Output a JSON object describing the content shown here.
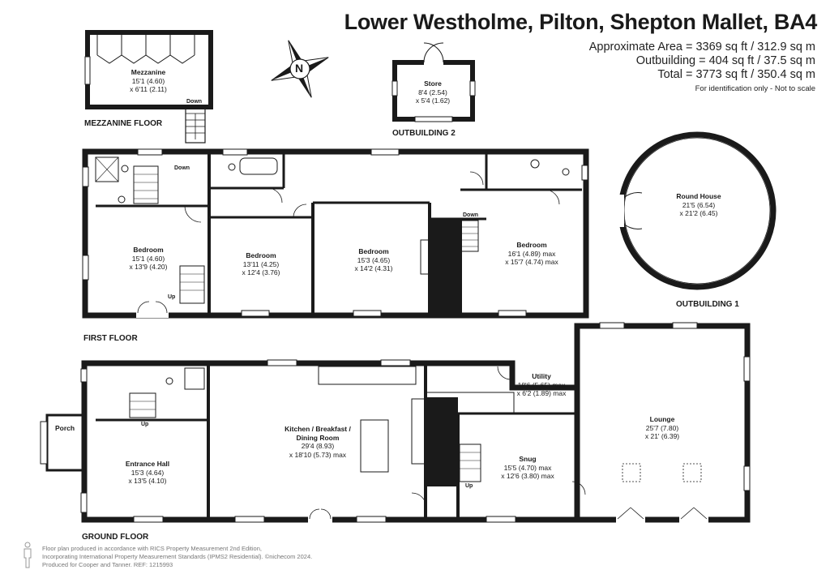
{
  "title": "Lower Westholme, Pilton, Shepton Mallet, BA4",
  "areas": {
    "approx": "Approximate Area = 3369 sq ft / 312.9 sq m",
    "outbuilding": "Outbuilding = 404 sq ft / 37.5 sq m",
    "total": "Total = 3773 sq ft / 350.4 sq m"
  },
  "identification": "For identification only - Not to scale",
  "floor_labels": {
    "mezzanine": "MEZZANINE FLOOR",
    "outbuilding2": "OUTBUILDING 2",
    "first": "FIRST FLOOR",
    "outbuilding1": "OUTBUILDING 1",
    "ground": "GROUND FLOOR"
  },
  "compass": {
    "letter": "N"
  },
  "rooms": {
    "mezzanine": {
      "name": "Mezzanine",
      "dim1": "15'1 (4.60)",
      "dim2": "x 6'11 (2.11)"
    },
    "store": {
      "name": "Store",
      "dim1": "8'4 (2.54)",
      "dim2": "x 5'4 (1.62)"
    },
    "round_house": {
      "name": "Round House",
      "dim1": "21'5 (6.54)",
      "dim2": "x 21'2 (6.45)"
    },
    "bedroom1": {
      "name": "Bedroom",
      "dim1": "15'1 (4.60)",
      "dim2": "x 13'9 (4.20)"
    },
    "bedroom2": {
      "name": "Bedroom",
      "dim1": "13'11 (4.25)",
      "dim2": "x 12'4 (3.76)"
    },
    "bedroom3": {
      "name": "Bedroom",
      "dim1": "15'3 (4.65)",
      "dim2": "x 14'2 (4.31)"
    },
    "bedroom4": {
      "name": "Bedroom",
      "dim1": "16'1 (4.89) max",
      "dim2": "x 15'7 (4.74) max"
    },
    "utility": {
      "name": "Utility",
      "dim1": "18'6 (5.65) max",
      "dim2": "x 6'2 (1.89) max"
    },
    "lounge": {
      "name": "Lounge",
      "dim1": "25'7 (7.80)",
      "dim2": "x 21' (6.39)"
    },
    "kitchen": {
      "name": "Kitchen / Breakfast /",
      "name2": "Dining Room",
      "dim1": "29'4 (8.93)",
      "dim2": "x 18'10 (5.73) max"
    },
    "snug": {
      "name": "Snug",
      "dim1": "15'5 (4.70) max",
      "dim2": "x 12'6 (3.80) max"
    },
    "entrance_hall": {
      "name": "Entrance Hall",
      "dim1": "15'3 (4.64)",
      "dim2": "x 13'5 (4.10)"
    },
    "porch": {
      "name": "Porch"
    }
  },
  "stair_labels": {
    "mezz_down": "Down",
    "first_down_left": "Down",
    "first_up": "Up",
    "first_down_right": "Down",
    "ground_up_hall": "Up",
    "ground_up_snug": "Up"
  },
  "footer": {
    "line1": "Floor plan produced in accordance with RICS Property Measurement 2nd Edition,",
    "line2": "Incorporating International Property Measurement Standards (IPMS2 Residential).  ©nichecom 2024.",
    "line3": "Produced for Cooper and Tanner.   REF: 1215993"
  }
}
